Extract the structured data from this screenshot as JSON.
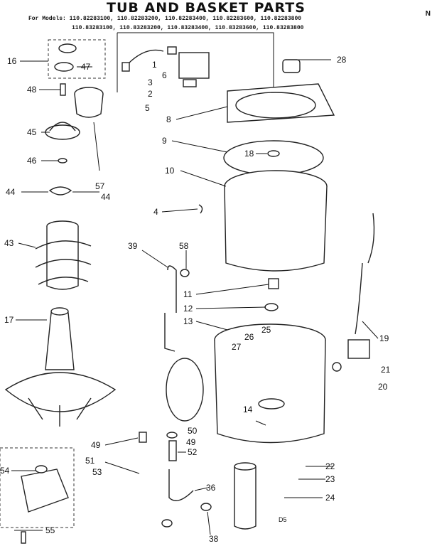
{
  "title": "TUB AND BASKET PARTS",
  "models": {
    "line1": "For Models: 110.82283100, 110.82283200, 110.82283400, 110.82283600, 110.82283800",
    "line2": "110.83283100, 110.83283200, 110.83283400, 110.83283600, 110.83283800"
  },
  "corner_text": "N",
  "callouts": [
    "1",
    "2",
    "3",
    "4",
    "5",
    "6",
    "8",
    "9",
    "10",
    "11",
    "12",
    "13",
    "14",
    "16",
    "17",
    "18",
    "19",
    "20",
    "21",
    "22",
    "23",
    "24",
    "25",
    "26",
    "27",
    "28",
    "36",
    "38",
    "39",
    "43",
    "44",
    "44",
    "44",
    "45",
    "46",
    "47",
    "48",
    "49",
    "49",
    "50",
    "51",
    "52",
    "53",
    "54",
    "55",
    "57",
    "58"
  ],
  "footer_code": "D5"
}
